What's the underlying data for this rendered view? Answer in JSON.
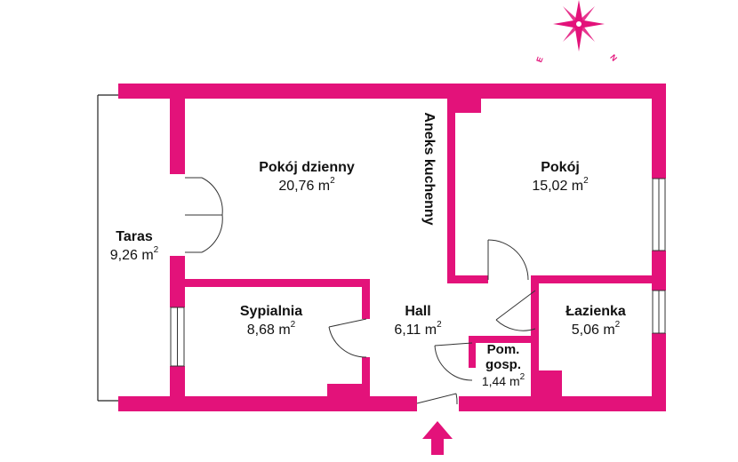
{
  "plan": {
    "wall_color": "#e3127a",
    "rooms": [
      {
        "id": "pokoj-dzienny",
        "name": "Pokój dzienny",
        "area": "20,76 m",
        "unit_exp": "2"
      },
      {
        "id": "pokoj",
        "name": "Pokój",
        "area": "15,02 m",
        "unit_exp": "2"
      },
      {
        "id": "taras",
        "name": "Taras",
        "area": "9,26 m",
        "unit_exp": "2"
      },
      {
        "id": "sypialnia",
        "name": "Sypialnia",
        "area": "8,68 m",
        "unit_exp": "2"
      },
      {
        "id": "hall",
        "name": "Hall",
        "area": "6,11 m",
        "unit_exp": "2"
      },
      {
        "id": "lazienka",
        "name": "Łazienka",
        "area": "5,06 m",
        "unit_exp": "2"
      },
      {
        "id": "pom-gosp",
        "name_line1": "Pom.",
        "name_line2": "gosp.",
        "area": "1,44 m",
        "unit_exp": "2"
      }
    ],
    "kitchen_label": "Aneks kuchenny",
    "compass": {
      "label_e": "E",
      "label_n": "N"
    }
  }
}
